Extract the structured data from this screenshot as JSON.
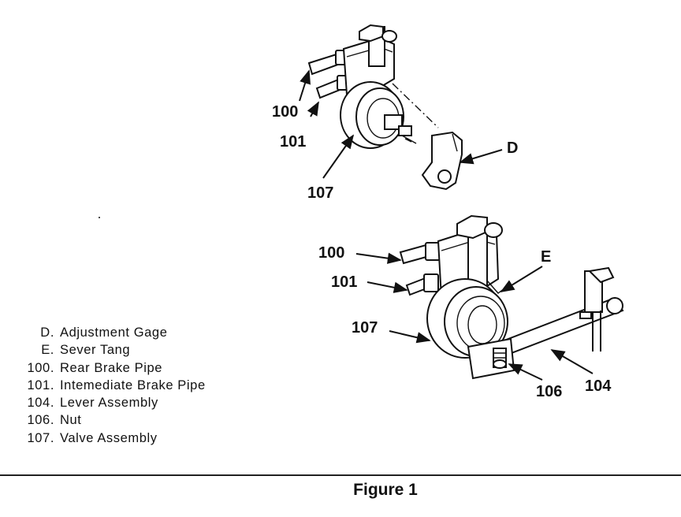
{
  "top_view": {
    "callouts": {
      "c100": "100",
      "c101": "101",
      "c107": "107",
      "cD": "D"
    }
  },
  "bottom_view": {
    "callouts": {
      "c100": "100",
      "c101": "101",
      "c107": "107",
      "cE": "E",
      "c106": "106",
      "c104": "104"
    }
  },
  "legend": [
    {
      "key": "D.",
      "label": "Adjustment Gage"
    },
    {
      "key": "E.",
      "label": "Sever Tang"
    },
    {
      "key": "100.",
      "label": "Rear Brake Pipe"
    },
    {
      "key": "101.",
      "label": "Intemediate Brake Pipe"
    },
    {
      "key": "104.",
      "label": "Lever Assembly"
    },
    {
      "key": "106.",
      "label": "Nut"
    },
    {
      "key": "107.",
      "label": "Valve Assembly"
    }
  ],
  "caption": "Figure 1"
}
